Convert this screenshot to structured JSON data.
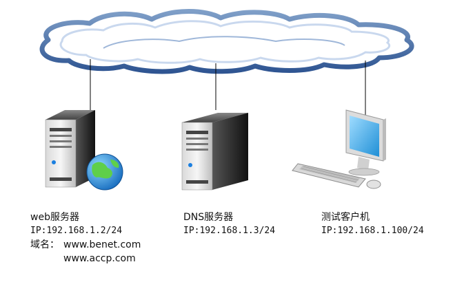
{
  "nodes": {
    "web": {
      "name": "web服务器",
      "ip": "IP:192.168.1.2/24",
      "domain_label": "域名：",
      "domain1": "www.benet.com",
      "domain2": "www.accp.com"
    },
    "dns": {
      "name": "DNS服务器",
      "ip": "IP:192.168.1.3/24"
    },
    "client": {
      "name": "测试客户机",
      "ip": "IP:192.168.1.100/24"
    }
  },
  "icons": [
    "cloud-icon",
    "server-icon",
    "globe-icon",
    "computer-icon",
    "keyboard-icon",
    "mouse-icon"
  ],
  "colors": {
    "cloud_dark": "#3a5f9a",
    "cloud_light": "#c9d8ee",
    "server_body": "#2b2b2b",
    "screen": "#4fb3e8"
  }
}
